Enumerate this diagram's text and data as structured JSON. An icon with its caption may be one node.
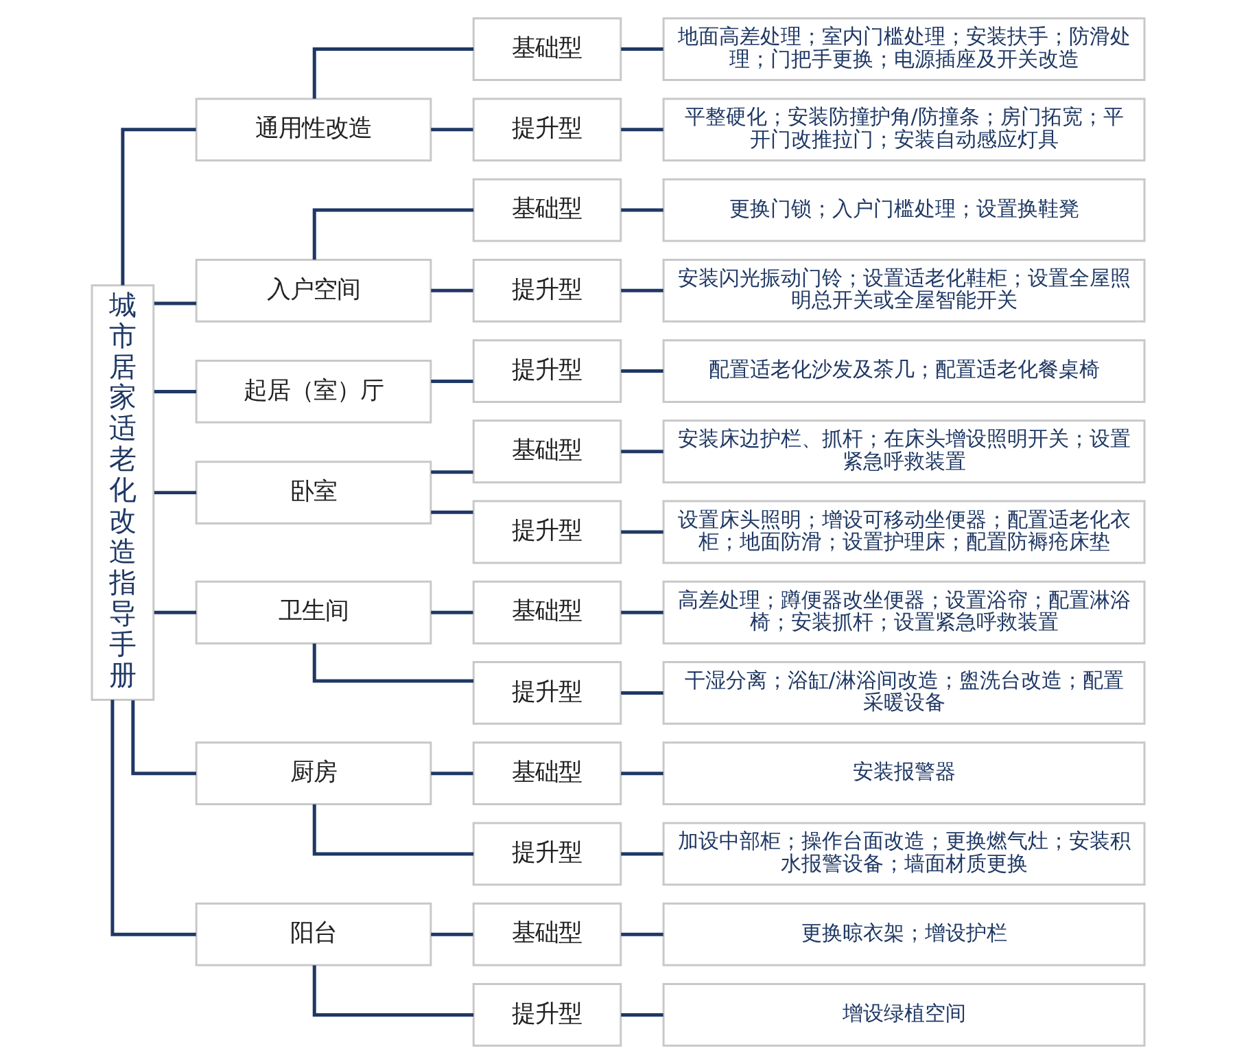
{
  "diagram": {
    "nodes": [
      {
        "text": [
          "城市居家适老化改造指导手册"
        ]
      },
      {
        "text": [
          "通用性改造"
        ]
      },
      {
        "text": [
          "基础型"
        ]
      },
      {
        "text": [
          "地面高差处理；室内门槛处理；安装扶手；防滑处理；门把手更换；电源插座及开关改造"
        ]
      },
      {
        "text": [
          "提升型"
        ]
      },
      {
        "text": [
          "平整硬化；安装防撞护角/防撞条；房门拓宽；平开门改推拉门；安装自动感应灯具"
        ]
      },
      {
        "text": [
          "入户空间"
        ]
      },
      {
        "text": [
          "基础型"
        ]
      },
      {
        "text": [
          "更换门锁；入户门槛处理；设置换鞋凳"
        ]
      },
      {
        "text": [
          "提升型"
        ]
      },
      {
        "text": [
          "安装闪光振动门铃；设置适老化鞋柜；设置全屋照明总开关或全屋智能开关"
        ]
      },
      {
        "text": [
          "起居（室）厅"
        ]
      },
      {
        "text": [
          "提升型"
        ]
      },
      {
        "text": [
          "配置适老化沙发及茶几；配置适老化餐桌椅"
        ]
      },
      {
        "text": [
          "卧室"
        ]
      },
      {
        "text": [
          "基础型"
        ]
      },
      {
        "text": [
          "安装床边护栏、抓杆；在床头增设照明开关；设置紧急呼救装置"
        ]
      },
      {
        "text": [
          "提升型"
        ]
      },
      {
        "text": [
          "设置床头照明；增设可移动坐便器；配置适老化衣柜；地面防滑；设置护理床；配置防褥疮床垫"
        ]
      },
      {
        "text": [
          "卫生间"
        ]
      },
      {
        "text": [
          "基础型"
        ]
      },
      {
        "text": [
          "高差处理；蹲便器改坐便器；设置浴帘；配置淋浴椅；安装抓杆；设置紧急呼救装置"
        ]
      },
      {
        "text": [
          "提升型"
        ]
      },
      {
        "text": [
          "干湿分离；浴缸/淋浴间改造；盥洗台改造；配置采暖设备"
        ]
      },
      {
        "text": [
          "厨房"
        ]
      },
      {
        "text": [
          "基础型"
        ]
      },
      {
        "text": [
          "安装报警器"
        ]
      },
      {
        "text": [
          "提升型"
        ]
      },
      {
        "text": [
          "加设中部柜；操作台面改造；更换燃气灶；安装积水报警设备；墙面材质更换"
        ]
      },
      {
        "text": [
          "阳台"
        ]
      },
      {
        "text": [
          "基础型"
        ]
      },
      {
        "text": [
          "更换晾衣架；增设护栏"
        ]
      },
      {
        "text": [
          "提升型"
        ]
      },
      {
        "text": [
          "增设绿植空间"
        ]
      }
    ],
    "edges": [
      {
        "from": 0,
        "to": 1,
        "arrow": "none"
      },
      {
        "from": 1,
        "to": 2,
        "arrow": "none"
      },
      {
        "from": 2,
        "to": 3,
        "arrow": "none"
      },
      {
        "from": 1,
        "to": 4,
        "arrow": "none"
      },
      {
        "from": 4,
        "to": 5,
        "arrow": "none"
      },
      {
        "from": 0,
        "to": 6,
        "arrow": "none"
      },
      {
        "from": 6,
        "to": 7,
        "arrow": "none"
      },
      {
        "from": 7,
        "to": 8,
        "arrow": "none"
      },
      {
        "from": 6,
        "to": 9,
        "arrow": "none"
      },
      {
        "from": 9,
        "to": 10,
        "arrow": "none"
      },
      {
        "from": 0,
        "to": 11,
        "arrow": "none"
      },
      {
        "from": 11,
        "to": 12,
        "arrow": "none"
      },
      {
        "from": 12,
        "to": 13,
        "arrow": "none"
      },
      {
        "from": 0,
        "to": 14,
        "arrow": "none"
      },
      {
        "from": 14,
        "to": 15,
        "arrow": "none"
      },
      {
        "from": 15,
        "to": 16,
        "arrow": "none"
      },
      {
        "from": 14,
        "to": 17,
        "arrow": "none"
      },
      {
        "from": 17,
        "to": 18,
        "arrow": "none"
      },
      {
        "from": 0,
        "to": 19,
        "arrow": "none"
      },
      {
        "from": 19,
        "to": 20,
        "arrow": "none"
      },
      {
        "from": 20,
        "to": 21,
        "arrow": "none"
      },
      {
        "from": 19,
        "to": 22,
        "arrow": "none"
      },
      {
        "from": 22,
        "to": 23,
        "arrow": "none"
      },
      {
        "from": 0,
        "to": 24,
        "arrow": "none"
      },
      {
        "from": 24,
        "to": 25,
        "arrow": "none"
      },
      {
        "from": 25,
        "to": 26,
        "arrow": "none"
      },
      {
        "from": 24,
        "to": 27,
        "arrow": "none"
      },
      {
        "from": 27,
        "to": 28,
        "arrow": "none"
      },
      {
        "from": 0,
        "to": 29,
        "arrow": "none"
      },
      {
        "from": 29,
        "to": 30,
        "arrow": "none"
      },
      {
        "from": 30,
        "to": 31,
        "arrow": "none"
      },
      {
        "from": 29,
        "to": 32,
        "arrow": "none"
      },
      {
        "from": 32,
        "to": 33,
        "arrow": "none"
      }
    ]
  }
}
